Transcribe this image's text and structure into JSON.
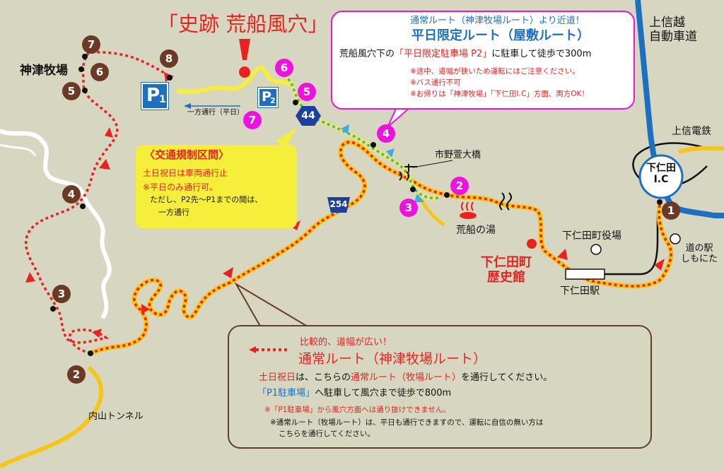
{
  "title": "「史跡 荒船風穴」",
  "places": {
    "kamitsu_ranch": "神津牧場",
    "joshinetsu_expressway": "上信越\n自動車道",
    "joshin_railway": "上信電鉄",
    "shimonita_ic": "下仁田\nI.C",
    "ichinoyagaya_bridge": "市野萱大橋",
    "arafune_spa": "荒船の湯",
    "town_office": "下仁田町役場",
    "station": "下仁田駅",
    "michi_no_eki": "道の駅\nしもにた",
    "history_museum": "下仁田町\n歴史館",
    "uchiyama_tunnel": "内山トンネル"
  },
  "parking": {
    "p1_main": "P",
    "p1_sub": "1",
    "p2_main": "P",
    "p2_sub": "2"
  },
  "routes": {
    "route254": "254",
    "route44": "44",
    "oneway": "一方通行（平日）"
  },
  "waypoints": {
    "brown": [
      "1",
      "2",
      "3",
      "4",
      "5",
      "6",
      "7",
      "8"
    ],
    "magenta": [
      "2",
      "3",
      "4",
      "5",
      "6",
      "7"
    ]
  },
  "weekday_box": {
    "line1": "通常ルート（神津牧場ルート）より近道！",
    "title": "平日限定ルート（屋敷ルート）",
    "line3a": "荒船風穴下の",
    "line3b": "「平日限定駐車場 P2」",
    "line3c": "に駐車して徒歩で300m",
    "note1": "※途中、道幅が狭いため運転にはご注意ください。",
    "note2": "※バス通行不可",
    "note3": "※お帰りは「神津牧場」「下仁田I.C」方面、両方OK！"
  },
  "regulation_box": {
    "title": "〈交通規制区間〉",
    "line1": "土日祝日は車両通行止",
    "line2": "※平日のみ通行可。",
    "line3": "ただし、P2先～P1までの間は、",
    "line4": "一方通行"
  },
  "normal_box": {
    "wide": "比較的、道幅が広い！",
    "title": "通常ルート（神津牧場ルート）",
    "l1a": "土日祝日",
    "l1b": "は、こちらの",
    "l1c": "通常ルート（牧場ルート）",
    "l1d": "を通行してください。",
    "l2a": "「P1駐車場」",
    "l2b": "へ駐車して風穴まで徒歩で800m",
    "note1": "※「P1駐車場」から風穴方面へは通り抜けできません。",
    "note2": "※通常ルート（牧場ルート）は、平日も通行できますので、運転に自信の無い方は",
    "note3": "こちらを通行してください。"
  },
  "colors": {
    "background": "#d7d7c1",
    "normal_route": "#e8231f",
    "weekday_route": "#3fa9e6",
    "road_yellow": "#f5c518",
    "expressway": "#1d6fc0",
    "brown_marker": "#6b3a24",
    "magenta_marker": "#ee12e0",
    "title_red": "#e8231f"
  }
}
